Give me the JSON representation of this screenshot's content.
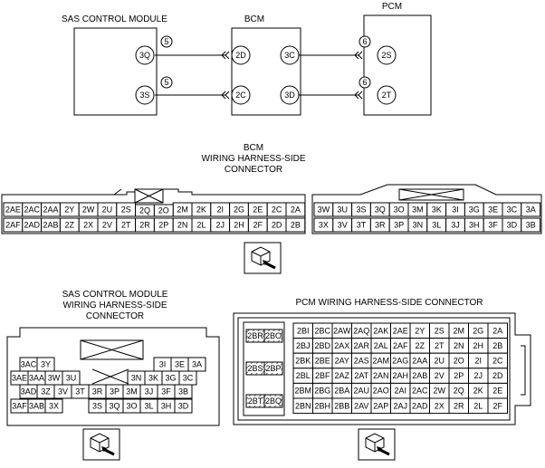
{
  "top": {
    "sas_title": "SAS CONTROL MODULE",
    "bcm_title": "BCM",
    "pcm_title": "PCM",
    "terminals": {
      "sas_3q": "3Q",
      "sas_3s": "3S",
      "bcm_2d": "2D",
      "bcm_2c": "2C",
      "bcm_3c": "3C",
      "bcm_3d": "3D",
      "pcm_2s": "2S",
      "pcm_2t": "2T"
    },
    "wire_numbers": {
      "w1": "5",
      "w2": "5",
      "w3": "6",
      "w4": "6"
    }
  },
  "bcm_connector": {
    "title_line1": "BCM",
    "title_line2": "WIRING HARNESS-SIDE",
    "title_line3": "CONNECTOR",
    "left_row1": [
      "2AE",
      "2AC",
      "2AA",
      "2Y",
      "2W",
      "2U",
      "2S",
      "2Q",
      "2O",
      "2M",
      "2K",
      "2I",
      "2G",
      "2E",
      "2C",
      "2A"
    ],
    "left_row2": [
      "2AF",
      "2AD",
      "2AB",
      "2Z",
      "2X",
      "2V",
      "2T",
      "2R",
      "2P",
      "2N",
      "2L",
      "2J",
      "2H",
      "2F",
      "2D",
      "2B"
    ],
    "right_row1": [
      "3W",
      "3U",
      "3S",
      "3Q",
      "3O",
      "3M",
      "3K",
      "3I",
      "3G",
      "3E",
      "3C",
      "3A"
    ],
    "right_row2": [
      "3X",
      "3V",
      "3T",
      "3R",
      "3P",
      "3N",
      "3L",
      "3J",
      "3H",
      "3F",
      "3D",
      "3B"
    ]
  },
  "sas_connector": {
    "title_line1": "SAS CONTROL MODULE",
    "title_line2": "WIRING HARNESS-SIDE",
    "title_line3": "CONNECTOR",
    "row1": [
      "3AC",
      "3Y",
      "3I",
      "3E",
      "3A"
    ],
    "row2": [
      "3AE",
      "3AA",
      "3W",
      "3U",
      "3N",
      "3K",
      "3G",
      "3C"
    ],
    "row3": [
      "3AD",
      "3Z",
      "3V",
      "3T",
      "3R",
      "3P",
      "3M",
      "3J",
      "3F",
      "3B"
    ],
    "row4": [
      "3AF",
      "3AB",
      "3X",
      "3S",
      "3Q",
      "3O",
      "3L",
      "3H",
      "3D"
    ]
  },
  "pcm_connector": {
    "title": "PCM WIRING HARNESS-SIDE CONNECTOR",
    "hatched": [
      "2BR",
      "2BO",
      "2BS",
      "2BP",
      "2BT",
      "2BQ"
    ],
    "rows": [
      [
        "2BI",
        "2BC",
        "2AW",
        "2AQ",
        "2AK",
        "2AE",
        "2Y",
        "2S",
        "2M",
        "2G",
        "2A"
      ],
      [
        "2BJ",
        "2BD",
        "2AX",
        "2AR",
        "2AL",
        "2AF",
        "2Z",
        "2T",
        "2N",
        "2H",
        "2B"
      ],
      [
        "2BK",
        "2BE",
        "2AY",
        "2AS",
        "2AM",
        "2AG",
        "2AA",
        "2U",
        "2O",
        "2I",
        "2C"
      ],
      [
        "2BL",
        "2BF",
        "2AZ",
        "2AT",
        "2AN",
        "2AH",
        "2AB",
        "2V",
        "2P",
        "2J",
        "2D"
      ],
      [
        "2BM",
        "2BG",
        "2BA",
        "2AU",
        "2AO",
        "2AI",
        "2AC",
        "2W",
        "2Q",
        "2K",
        "2E"
      ],
      [
        "2BN",
        "2BH",
        "2BB",
        "2AV",
        "2AP",
        "2AJ",
        "2AD",
        "2X",
        "2R",
        "2L",
        "2F"
      ]
    ]
  }
}
